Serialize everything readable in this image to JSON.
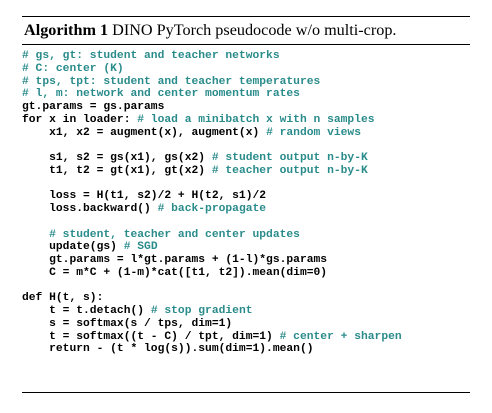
{
  "algorithm": {
    "label": "Algorithm 1",
    "title": "DINO PyTorch pseudocode w/o multi-crop."
  },
  "code_lines": [
    {
      "code": "",
      "comment": "# gs, gt: student and teacher networks"
    },
    {
      "code": "",
      "comment": "# C: center (K)"
    },
    {
      "code": "",
      "comment": "# tps, tpt: student and teacher temperatures"
    },
    {
      "code": "",
      "comment": "# l, m: network and center momentum rates"
    },
    {
      "code": "gt.params = gs.params",
      "comment": ""
    },
    {
      "code": "for x in loader: ",
      "comment": "# load a minibatch x with n samples"
    },
    {
      "code": "    x1, x2 = augment(x), augment(x) ",
      "comment": "# random views"
    },
    {
      "code": "",
      "comment": ""
    },
    {
      "code": "    s1, s2 = gs(x1), gs(x2) ",
      "comment": "# student output n-by-K"
    },
    {
      "code": "    t1, t2 = gt(x1), gt(x2) ",
      "comment": "# teacher output n-by-K"
    },
    {
      "code": "",
      "comment": ""
    },
    {
      "code": "    loss = H(t1, s2)/2 + H(t2, s1)/2",
      "comment": ""
    },
    {
      "code": "    loss.backward() ",
      "comment": "# back-propagate"
    },
    {
      "code": "",
      "comment": ""
    },
    {
      "code": "    ",
      "comment": "# student, teacher and center updates"
    },
    {
      "code": "    update(gs) ",
      "comment": "# SGD"
    },
    {
      "code": "    gt.params = l*gt.params + (1-l)*gs.params",
      "comment": ""
    },
    {
      "code": "    C = m*C + (1-m)*cat([t1, t2]).mean(dim=0)",
      "comment": ""
    },
    {
      "code": "",
      "comment": ""
    },
    {
      "code": "def H(t, s):",
      "comment": ""
    },
    {
      "code": "    t = t.detach() ",
      "comment": "# stop gradient"
    },
    {
      "code": "    s = softmax(s / tps, dim=1)",
      "comment": ""
    },
    {
      "code": "    t = softmax((t - C) / tpt, dim=1) ",
      "comment": "# center + sharpen"
    },
    {
      "code": "    return - (t * log(s)).sum(dim=1).mean()",
      "comment": ""
    }
  ],
  "colors": {
    "comment": "#2a8b8b",
    "code": "#000000"
  }
}
